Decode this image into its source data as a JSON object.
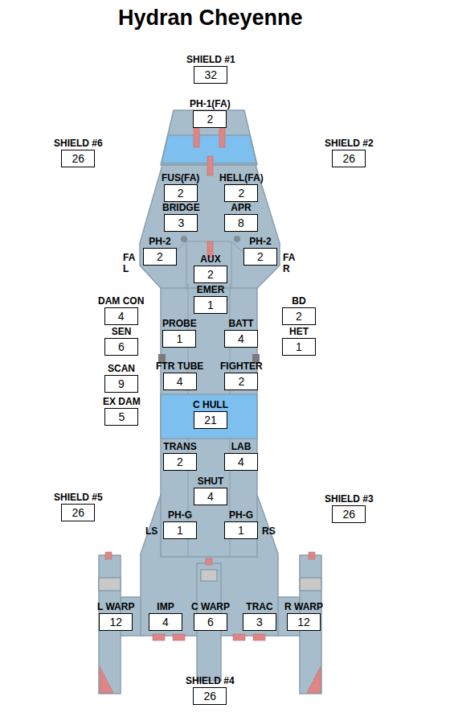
{
  "diagram": {
    "title": "Hydran Cheyenne",
    "nodes": [
      {
        "text": [
          "SHIELD #1",
          "32"
        ]
      },
      {
        "text": [
          "PH-1(FA)",
          "2"
        ]
      },
      {
        "text": [
          "SHIELD #6",
          "26"
        ]
      },
      {
        "text": [
          "SHIELD #2",
          "26"
        ]
      },
      {
        "text": [
          "FUS(FA)",
          "2"
        ]
      },
      {
        "text": [
          "HELL(FA)",
          "2"
        ]
      },
      {
        "text": [
          "BRIDGE",
          "3"
        ]
      },
      {
        "text": [
          "APR",
          "8"
        ]
      },
      {
        "text": [
          "PH-2",
          "2"
        ]
      },
      {
        "text": [
          "PH-2",
          "2"
        ]
      },
      {
        "text": [
          "AUX",
          "2"
        ]
      },
      {
        "text": [
          "EMER",
          "1"
        ]
      },
      {
        "text": [
          "DAM CON",
          "4"
        ]
      },
      {
        "text": [
          "BD",
          "2"
        ]
      },
      {
        "text": [
          "PROBE",
          "1"
        ]
      },
      {
        "text": [
          "BATT",
          "4"
        ]
      },
      {
        "text": [
          "SEN",
          "6"
        ]
      },
      {
        "text": [
          "HET",
          "1"
        ]
      },
      {
        "text": [
          "FTR TUBE",
          "4"
        ]
      },
      {
        "text": [
          "FIGHTER",
          "2"
        ]
      },
      {
        "text": [
          "SCAN",
          "9"
        ]
      },
      {
        "text": [
          "EX DAM",
          "5"
        ]
      },
      {
        "text": [
          "C HULL",
          "21"
        ]
      },
      {
        "text": [
          "TRANS",
          "2"
        ]
      },
      {
        "text": [
          "LAB",
          "4"
        ]
      },
      {
        "text": [
          "SHUT",
          "4"
        ]
      },
      {
        "text": [
          "SHIELD #5",
          "26"
        ]
      },
      {
        "text": [
          "SHIELD #3",
          "26"
        ]
      },
      {
        "text": [
          "PH-G",
          "1"
        ]
      },
      {
        "text": [
          "PH-G",
          "1"
        ]
      },
      {
        "text": [
          "L WARP",
          "12"
        ]
      },
      {
        "text": [
          "IMP",
          "4"
        ]
      },
      {
        "text": [
          "C WARP",
          "6"
        ]
      },
      {
        "text": [
          "TRAC",
          "3"
        ]
      },
      {
        "text": [
          "R WARP",
          "12"
        ]
      },
      {
        "text": [
          "SHIELD #4",
          "26"
        ]
      }
    ],
    "labels": [
      "FA L",
      "FA R",
      "LS",
      "RS"
    ]
  }
}
